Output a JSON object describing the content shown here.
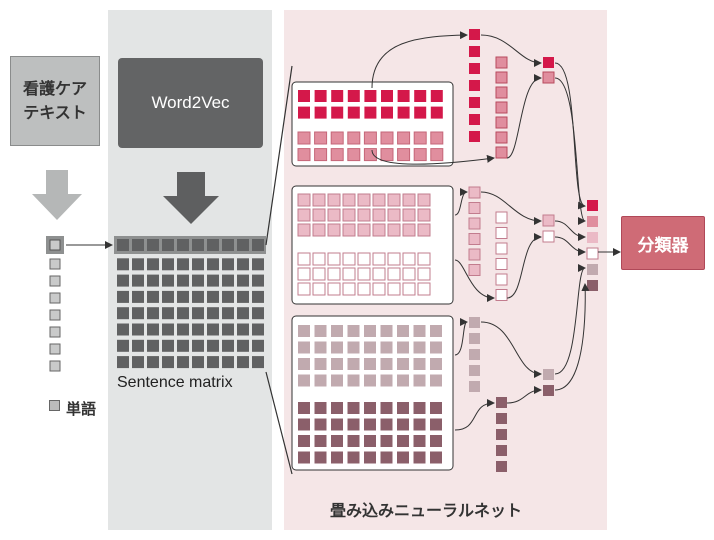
{
  "labels": {
    "text_box": [
      "看護ケア",
      "テキスト"
    ],
    "word2vec": "Word2Vec",
    "sentence_matrix": "Sentence matrix",
    "word_legend": "単語",
    "cnn": "畳み込みニューラルネット",
    "classifier": "分類器"
  },
  "colors": {
    "w2v_panel": "#e3e5e5",
    "cnn_panel": "#f5e6e7",
    "matrix_cell": "#606162",
    "group1_dark": "#d4184a",
    "group1_light": "#e08e9e",
    "group2": "#ebbac6",
    "group3_light": "#c1aaaf",
    "group3_dark": "#8b5f6a",
    "classifier": "#cf6b76",
    "arrow_light": "#b5b7b7",
    "arrow_dark": "#5e5f60"
  },
  "icons": [
    "down-arrow-light-icon",
    "down-arrow-dark-icon"
  ]
}
